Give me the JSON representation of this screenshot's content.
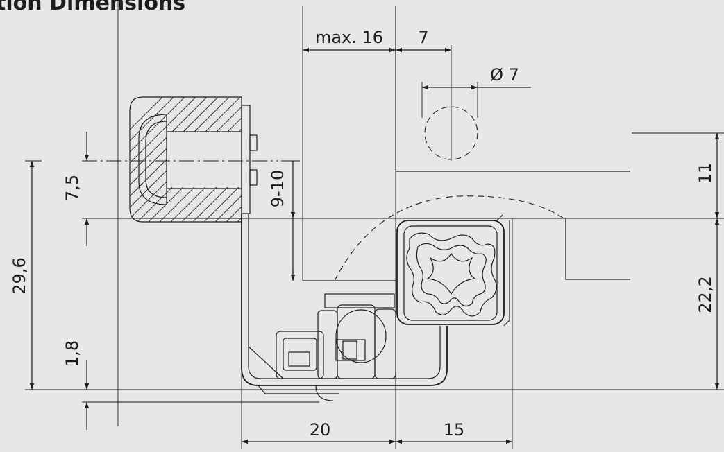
{
  "title": "tion Dimensions",
  "dimensions": {
    "top_max": "max. 16",
    "top_seven": "7",
    "diameter": "Ø 7",
    "left_seven_five": "7,5",
    "left_twentynine": "29,6",
    "left_one_eight": "1,8",
    "mid_nine_ten": "9-10",
    "right_eleven": "11",
    "right_twentytwo": "22,2",
    "bottom_twenty": "20",
    "bottom_fifteen": "15"
  },
  "colors": {
    "background": "#e6e7e8",
    "line": "#1d1d1b"
  }
}
